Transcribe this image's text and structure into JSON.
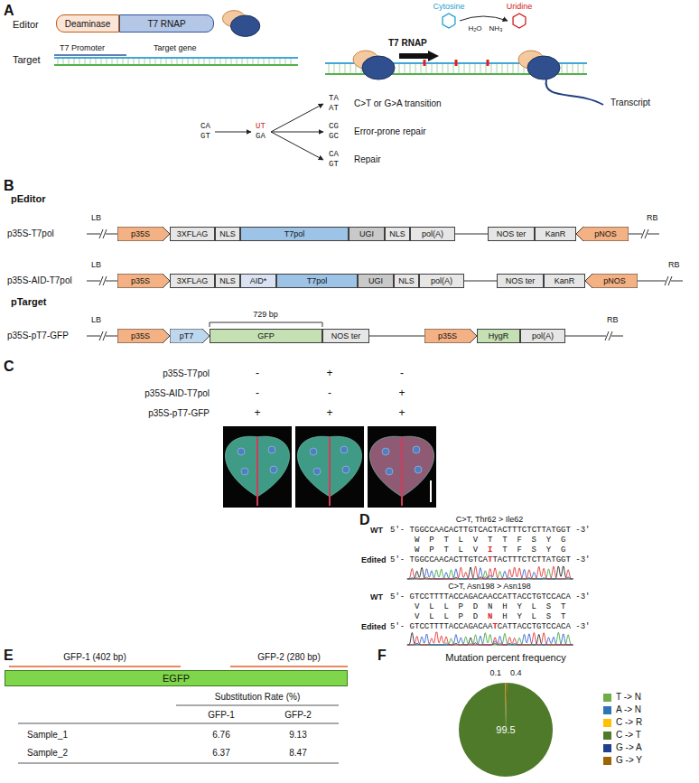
{
  "diagram": {
    "nodes": [
      {
        "text": [
          "Deaminase"
        ]
      },
      {
        "text": [
          "T7 RNAP"
        ]
      },
      {
        "text": [
          "p35S"
        ]
      },
      {
        "text": [
          "3XFLAG"
        ]
      },
      {
        "text": [
          "NLS"
        ]
      },
      {
        "text": [
          "T7pol"
        ]
      },
      {
        "text": [
          "UGI"
        ]
      },
      {
        "text": [
          "NLS"
        ]
      },
      {
        "text": [
          "pol(A)"
        ]
      },
      {
        "text": [
          "NOS ter"
        ]
      },
      {
        "text": [
          "KanR"
        ]
      },
      {
        "text": [
          "pNOS"
        ]
      },
      {
        "text": [
          "p35S"
        ]
      },
      {
        "text": [
          "3XFLAG"
        ]
      },
      {
        "text": [
          "NLS"
        ]
      },
      {
        "text": [
          "AID*"
        ]
      },
      {
        "text": [
          "T7pol"
        ]
      },
      {
        "text": [
          "UGI"
        ]
      },
      {
        "text": [
          "NLS"
        ]
      },
      {
        "text": [
          "pol(A)"
        ]
      },
      {
        "text": [
          "NOS ter"
        ]
      },
      {
        "text": [
          "KanR"
        ]
      },
      {
        "text": [
          "pNOS"
        ]
      },
      {
        "text": [
          "p35S"
        ]
      },
      {
        "text": [
          "pT7"
        ]
      },
      {
        "text": [
          "GFP"
        ]
      },
      {
        "text": [
          "NOS ter"
        ]
      },
      {
        "text": [
          "p35S"
        ]
      },
      {
        "text": [
          "HygR"
        ]
      },
      {
        "text": [
          "pol(A)"
        ]
      },
      {
        "text": [
          "EGFP"
        ]
      }
    ],
    "labels": [
      "A",
      "Editor",
      "Target",
      "T7 Promoter",
      "Target gene",
      "Cytosine",
      "Uridine",
      "T7 RNAP",
      "H₂O",
      "NH₃",
      "Transcript",
      "CA",
      "GT",
      "UT",
      "GA",
      "TA",
      "AT",
      "CG",
      "GC",
      "CA",
      "GT",
      "C>T or G>A transition",
      "Error-prone repair",
      "Repair",
      "B",
      "pEditor",
      "p35S-T7pol",
      "LB",
      "RB",
      "p35S-AID-T7pol",
      "LB",
      "RB",
      "pTarget",
      "729 bp",
      "p35S-pT7-GFP",
      "LB",
      "RB",
      "C",
      "p35S-T7pol",
      "p35S-AID-T7pol",
      "p35S-pT7-GFP",
      "-",
      "+",
      "-",
      "-",
      "-",
      "+",
      "+",
      "+",
      "+",
      "D",
      "C>T, Thr62 > Ile62",
      "WT",
      "5'- TGGCCAACACTTGTCACTACTTTCTCTTATGGT -3'",
      "W P T L V T T F S Y G",
      "W P T L V",
      "I",
      "T F S Y G",
      "Edited",
      "5'- TGGCCAACACTTGTCA",
      "T",
      "TACTTTCTCTTATGGT -3'",
      "C>T, Asn198 > Asn198",
      "WT",
      "5'- GTCCTTTTACCAGACAACCATTACCTGTCCACA -3'",
      "V L L P D N H Y L S T",
      "V L L P D",
      "N",
      "H Y L S T",
      "Edited",
      "5'- GTCCTTTTACCAGACAA",
      "T",
      "CATTACCTGTCCACA -3'",
      "E",
      "GFP-1 (402 bp)",
      "GFP-2 (280 bp)",
      "Substitution Rate (%)",
      "GFP-1",
      "GFP-2",
      "Sample_1",
      "6.76",
      "9.13",
      "Sample_2",
      "6.37",
      "8.47",
      "F",
      "Mutation percent frequency",
      "99.5",
      "0.1",
      "0.4"
    ],
    "legend": [
      {
        "text": "T -> N",
        "color": "#70ad47"
      },
      {
        "text": "A -> N",
        "color": "#2e75b6"
      },
      {
        "text": "C -> R",
        "color": "#ffc000"
      },
      {
        "text": "C -> T",
        "color": "#4f7a2a"
      },
      {
        "text": "G -> A",
        "color": "#203f8f"
      },
      {
        "text": "G -> Y",
        "color": "#9c6500"
      }
    ]
  }
}
